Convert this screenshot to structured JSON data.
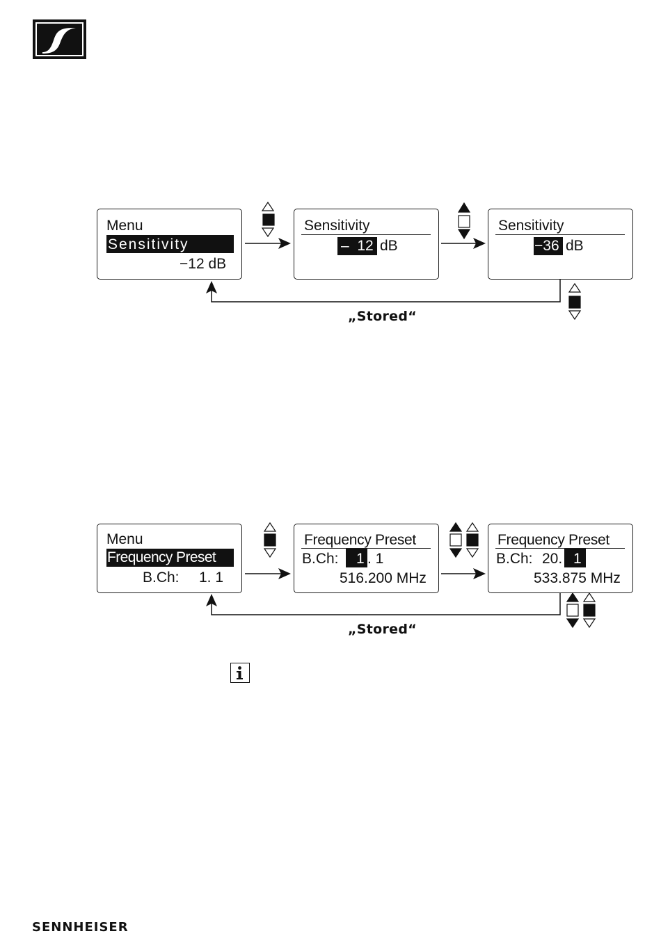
{
  "brand": {
    "wordmark": "SENNHEISER",
    "logo_icon": "sennheiser-logo-icon"
  },
  "diagram1": {
    "panel1": {
      "title": "Menu",
      "selected": "Sensitivity",
      "value": "−12 dB"
    },
    "panel2": {
      "title": "Sensitivity",
      "value_highlight": "–  12",
      "unit": "dB"
    },
    "panel3": {
      "title": "Sensitivity",
      "value_highlight": "−36",
      "unit": "dB"
    },
    "stored_label": "„Stored“"
  },
  "diagram2": {
    "panel1": {
      "title": "Menu",
      "selected": "Frequency Preset",
      "value_label": "B.Ch:",
      "value": "1. 1"
    },
    "panel2": {
      "title": "Frequency Preset",
      "bank_label": "B.Ch:",
      "bank_highlight": "1",
      "channel": ". 1",
      "frequency": "516.200 MHz"
    },
    "panel3": {
      "title": "Frequency Preset",
      "bank_label": "B.Ch:",
      "bank": "20.",
      "channel_highlight": "1",
      "frequency": "533.875 MHz"
    },
    "stored_label": "„Stored“"
  },
  "icons": {
    "info": "info-icon",
    "up": "up-triangle-icon",
    "down": "down-triangle-icon",
    "set": "set-square-icon"
  }
}
